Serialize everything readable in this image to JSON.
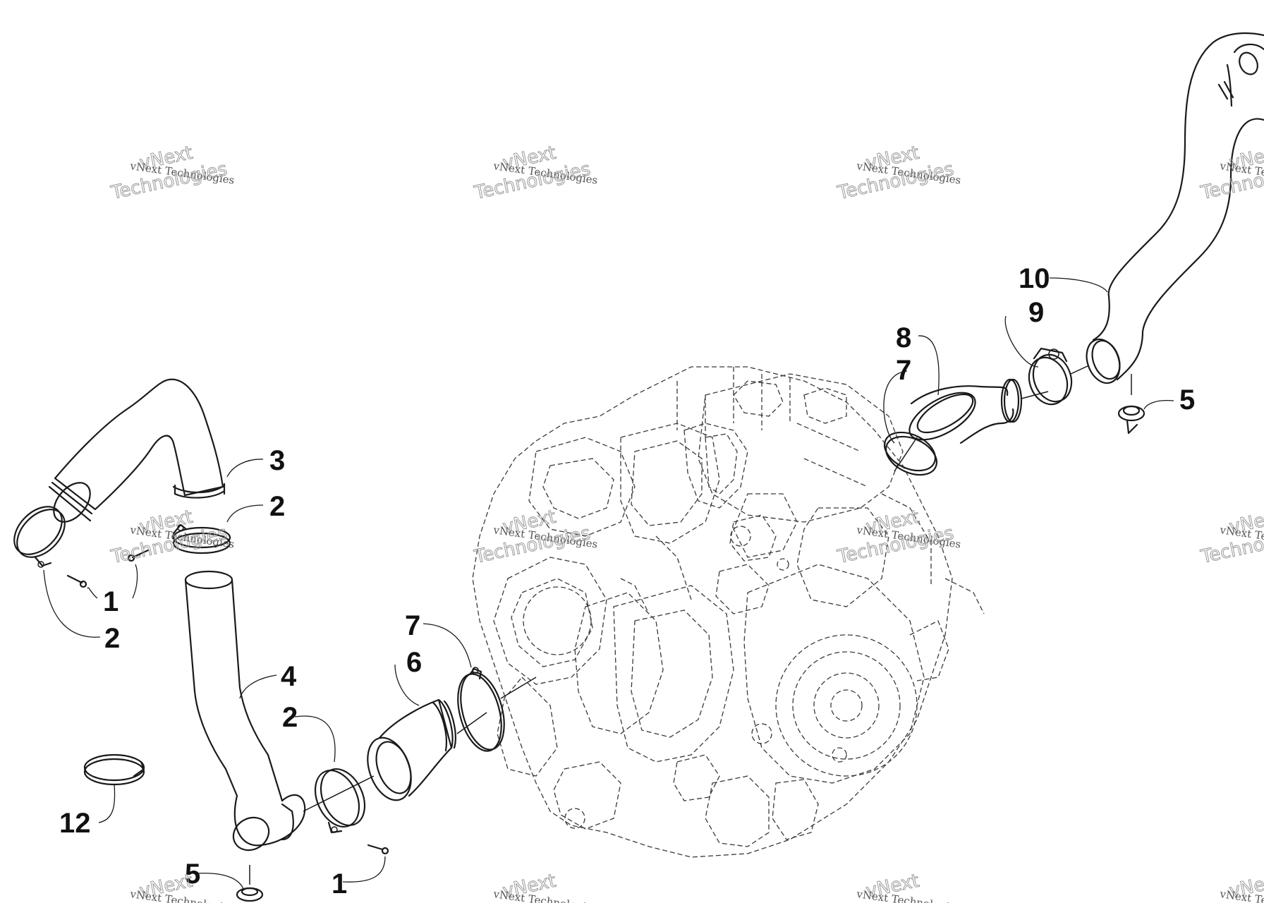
{
  "diagram": {
    "callouts": [
      {
        "id": "c1a",
        "text": "1"
      },
      {
        "id": "c1b",
        "text": "1"
      },
      {
        "id": "c2a",
        "text": "2"
      },
      {
        "id": "c2b",
        "text": "2"
      },
      {
        "id": "c2c",
        "text": "2"
      },
      {
        "id": "c3",
        "text": "3"
      },
      {
        "id": "c4",
        "text": "4"
      },
      {
        "id": "c5a",
        "text": "5"
      },
      {
        "id": "c5b",
        "text": "5"
      },
      {
        "id": "c6",
        "text": "6"
      },
      {
        "id": "c7a",
        "text": "7"
      },
      {
        "id": "c7b",
        "text": "7"
      },
      {
        "id": "c8",
        "text": "8"
      },
      {
        "id": "c9",
        "text": "9"
      },
      {
        "id": "c10",
        "text": "10"
      },
      {
        "id": "c12",
        "text": "12"
      }
    ],
    "watermark": {
      "line1": "vNext Technologies",
      "line2": "vNext",
      "line3": "Technologies"
    }
  }
}
